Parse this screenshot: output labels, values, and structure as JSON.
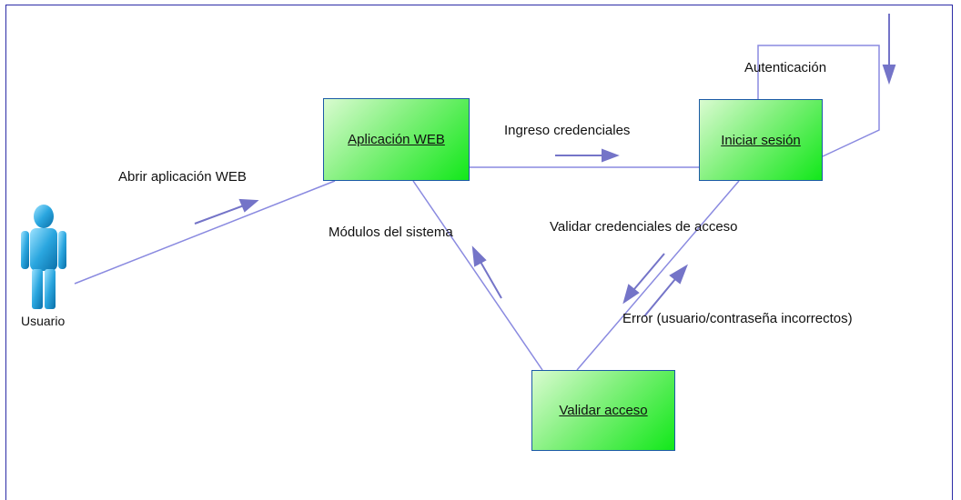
{
  "actor": {
    "label": "Usuario",
    "icon": "user-icon"
  },
  "nodes": {
    "web": "Aplicación WEB",
    "login": "Iniciar sesión",
    "validate": "Validar acceso"
  },
  "edges": {
    "open_app": "Abrir aplicación WEB",
    "credentials_input": "Ingreso credenciales",
    "auth": "Autenticación",
    "validate_credentials": "Validar credenciales de acceso",
    "error": "Error (usuario/contraseña incorrectos)",
    "modules": "Módulos del sistema"
  },
  "colors": {
    "line": "#8080d8",
    "arrow": "#7474c8",
    "box_border": "#1b5aa6",
    "box_fill": "#12e81a"
  }
}
